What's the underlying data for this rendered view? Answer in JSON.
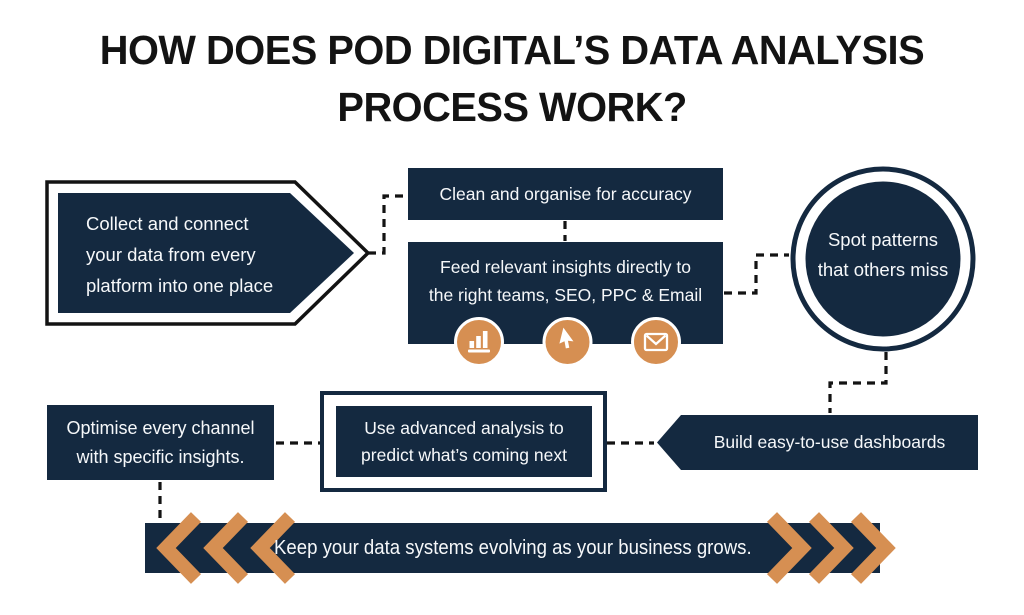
{
  "title": {
    "lines": [
      "HOW DOES POD DIGITAL’S DATA ANALYSIS",
      "PROCESS WORK?"
    ]
  },
  "colors": {
    "navy": "#142940",
    "orange": "#D68F52",
    "ink": "#131313",
    "text_light": "#F6F8FA",
    "background": "#FFFFFF"
  },
  "steps": {
    "collect": {
      "lines": [
        "Collect and connect",
        "your data from every",
        "platform into one place"
      ]
    },
    "clean": {
      "label": "Clean and organise for accuracy"
    },
    "feed": {
      "lines": [
        "Feed relevant insights directly to",
        "the right teams, SEO, PPC & Email"
      ],
      "icons": [
        "bar-chart-icon",
        "cursor-icon",
        "envelope-icon"
      ]
    },
    "spot": {
      "lines": [
        "Spot patterns",
        "that others miss"
      ]
    },
    "build": {
      "label": "Build easy-to-use dashboards"
    },
    "use_analysis": {
      "lines": [
        "Use advanced analysis to",
        "predict what’s coming next"
      ]
    },
    "optimise": {
      "lines": [
        "Optimise every channel",
        "with specific insights."
      ]
    },
    "evolve": {
      "label": "Keep your data systems evolving as your business grows."
    }
  }
}
